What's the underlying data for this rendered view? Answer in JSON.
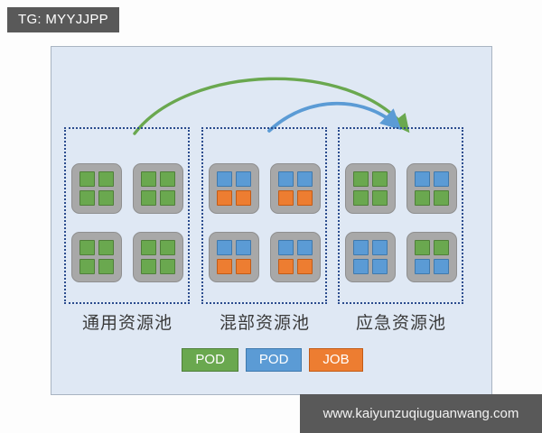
{
  "badge": {
    "text": "TG: MYYJJPP"
  },
  "watermark": {
    "text": "www.kaiyunzuqiuguanwang.com"
  },
  "colors": {
    "canvas_bg": "#dfe8f4",
    "pool_border": "#2a4b8d",
    "node_bg": "#a8a8a8",
    "pod_green": "#6aa84f",
    "pod_blue": "#5b9bd5",
    "job_orange": "#ed7d31",
    "badge_bg": "#595959",
    "label_text": "#3a3a3a",
    "arrow_green": "#6aa84f",
    "arrow_blue": "#5b9bd5"
  },
  "diagram": {
    "pools": [
      {
        "id": "general",
        "label": "通用资源池",
        "nodes": [
          {
            "cells": [
              "green",
              "green",
              "green",
              "green"
            ]
          },
          {
            "cells": [
              "green",
              "green",
              "green",
              "green"
            ]
          },
          {
            "cells": [
              "green",
              "green",
              "green",
              "green"
            ]
          },
          {
            "cells": [
              "green",
              "green",
              "green",
              "green"
            ]
          }
        ]
      },
      {
        "id": "colocation",
        "label": "混部资源池",
        "nodes": [
          {
            "cells": [
              "blue",
              "blue",
              "orange",
              "orange"
            ]
          },
          {
            "cells": [
              "blue",
              "blue",
              "orange",
              "orange"
            ]
          },
          {
            "cells": [
              "blue",
              "blue",
              "orange",
              "orange"
            ]
          },
          {
            "cells": [
              "blue",
              "blue",
              "orange",
              "orange"
            ]
          }
        ]
      },
      {
        "id": "emergency",
        "label": "应急资源池",
        "nodes": [
          {
            "cells": [
              "green",
              "green",
              "green",
              "green"
            ]
          },
          {
            "cells": [
              "blue",
              "blue",
              "green",
              "green"
            ]
          },
          {
            "cells": [
              "blue",
              "blue",
              "blue",
              "blue"
            ]
          },
          {
            "cells": [
              "green",
              "green",
              "blue",
              "blue"
            ]
          }
        ]
      }
    ],
    "arrows": [
      {
        "id": "general-to-emergency",
        "color": "#6aa84f",
        "from_pool": "general",
        "to_pool": "emergency"
      },
      {
        "id": "colocation-to-emergency",
        "color": "#5b9bd5",
        "from_pool": "colocation",
        "to_pool": "emergency"
      }
    ],
    "legend": [
      {
        "label": "POD",
        "style": "green"
      },
      {
        "label": "POD",
        "style": "blue"
      },
      {
        "label": "JOB",
        "style": "orange"
      }
    ]
  }
}
